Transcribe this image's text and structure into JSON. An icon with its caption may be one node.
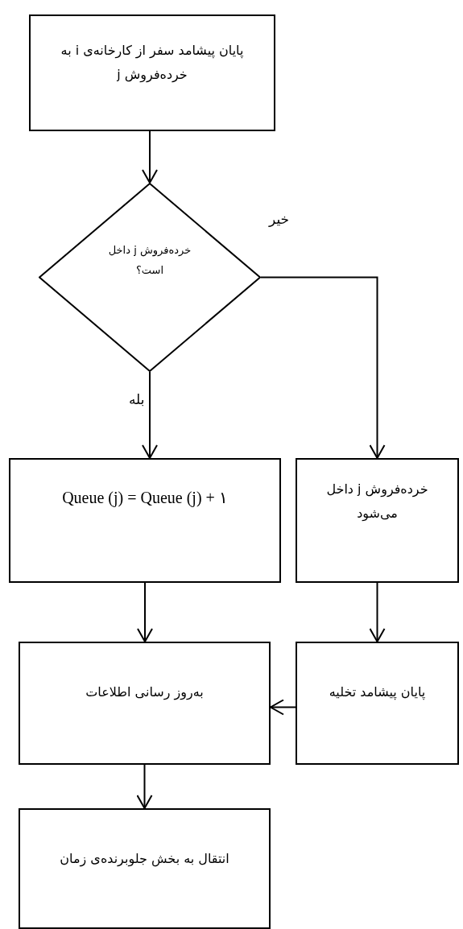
{
  "diagram": {
    "nodes": [
      {
        "text": [
          "پایان پیشامد سفر از کارخانه‌ی i به خرده‌فروش j"
        ]
      },
      {
        "text": [
          "خرده‌فروش j داخل است؟"
        ]
      },
      {
        "text": [
          "Queue (j) = Queue (j) + ۱"
        ]
      },
      {
        "text": [
          "خرده‌فروش j داخل می‌شود"
        ]
      },
      {
        "text": [
          "به‌روز رسانی اطلاعات"
        ]
      },
      {
        "text": [
          "پایان پیشامد تخلیه"
        ]
      },
      {
        "text": [
          "انتقال به بخش جلوبرنده‌ی زمان"
        ]
      }
    ],
    "edges": [
      {
        "from": 0,
        "to": 1,
        "arrow": "to"
      },
      {
        "from": 1,
        "to": 2,
        "arrow": "to",
        "label": "بله"
      },
      {
        "from": 1,
        "to": 3,
        "arrow": "to",
        "label": "خیر"
      },
      {
        "from": 2,
        "to": 4,
        "arrow": "to"
      },
      {
        "from": 3,
        "to": 5,
        "arrow": "to"
      },
      {
        "from": 5,
        "to": 4,
        "arrow": "to"
      },
      {
        "from": 4,
        "to": 6,
        "arrow": "to"
      }
    ]
  }
}
